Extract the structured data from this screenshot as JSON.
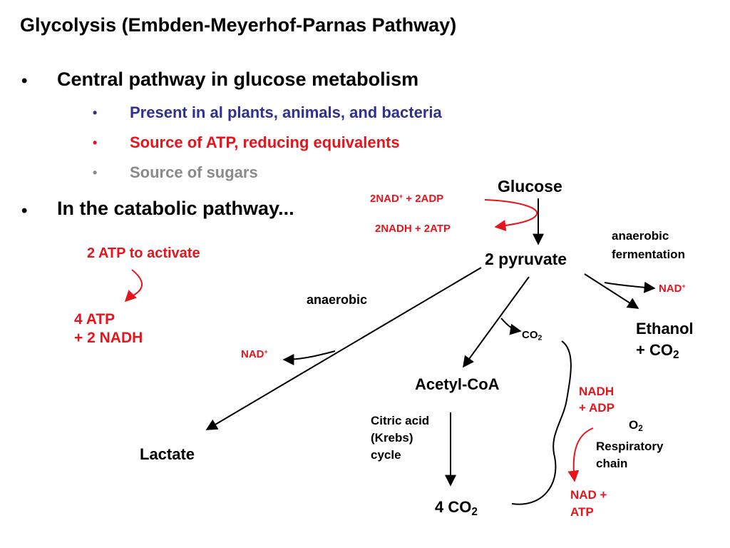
{
  "slide": {
    "title": "Glycolysis (Embden-Meyerhof-Parnas Pathway)",
    "bullets": [
      {
        "text": "Central pathway in glucose metabolism",
        "color": "#000000"
      },
      {
        "text": "Present in al plants, animals, and bacteria",
        "color": "#2e3192"
      },
      {
        "text": "Source of ATP, reducing equivalents",
        "color": "#e8141c"
      },
      {
        "text": "Source of sugars",
        "color": "#8a8a8a"
      },
      {
        "text": "In the catabolic pathway...",
        "color": "#000000"
      }
    ],
    "bullet_glyph": "•"
  },
  "diagram": {
    "glucose": "Glucose",
    "nad_adp_in": "2NAD",
    "nad_adp_in_sup": "+",
    "nad_adp_in_tail": " + 2ADP",
    "nadh_atp_out": "2NADH + 2ATP",
    "pyruvate": "2 pyruvate",
    "atp_activate": "2 ATP to activate",
    "atp_yield_1": "4 ATP",
    "atp_yield_2": "+ 2 NADH",
    "anaerobic": "anaerobic",
    "anaerobic_fermentation_1": "anaerobic",
    "anaerobic_fermentation_2": "fermentation",
    "nad_plus_right": "NAD",
    "nad_plus_right_sup": "+",
    "nad_plus_left": "NAD",
    "nad_plus_left_sup": "+",
    "ethanol_1": "Ethanol",
    "ethanol_2": "+ CO",
    "ethanol_2_sub": "2",
    "co2_small": "CO",
    "co2_small_sub": "2",
    "acetyl_coa": "Acetyl-CoA",
    "lactate": "Lactate",
    "citric_1": "Citric acid",
    "citric_2": "(Krebs)",
    "citric_3": "cycle",
    "four_co2": "4 CO",
    "four_co2_sub": "2",
    "nadh_adp_1": "NADH",
    "nadh_adp_2": "+ ADP",
    "o2": "O",
    "o2_sub": "2",
    "resp_1": "Respiratory",
    "resp_2": "chain",
    "nad_atp_1": "NAD +",
    "nad_atp_2": "ATP"
  }
}
